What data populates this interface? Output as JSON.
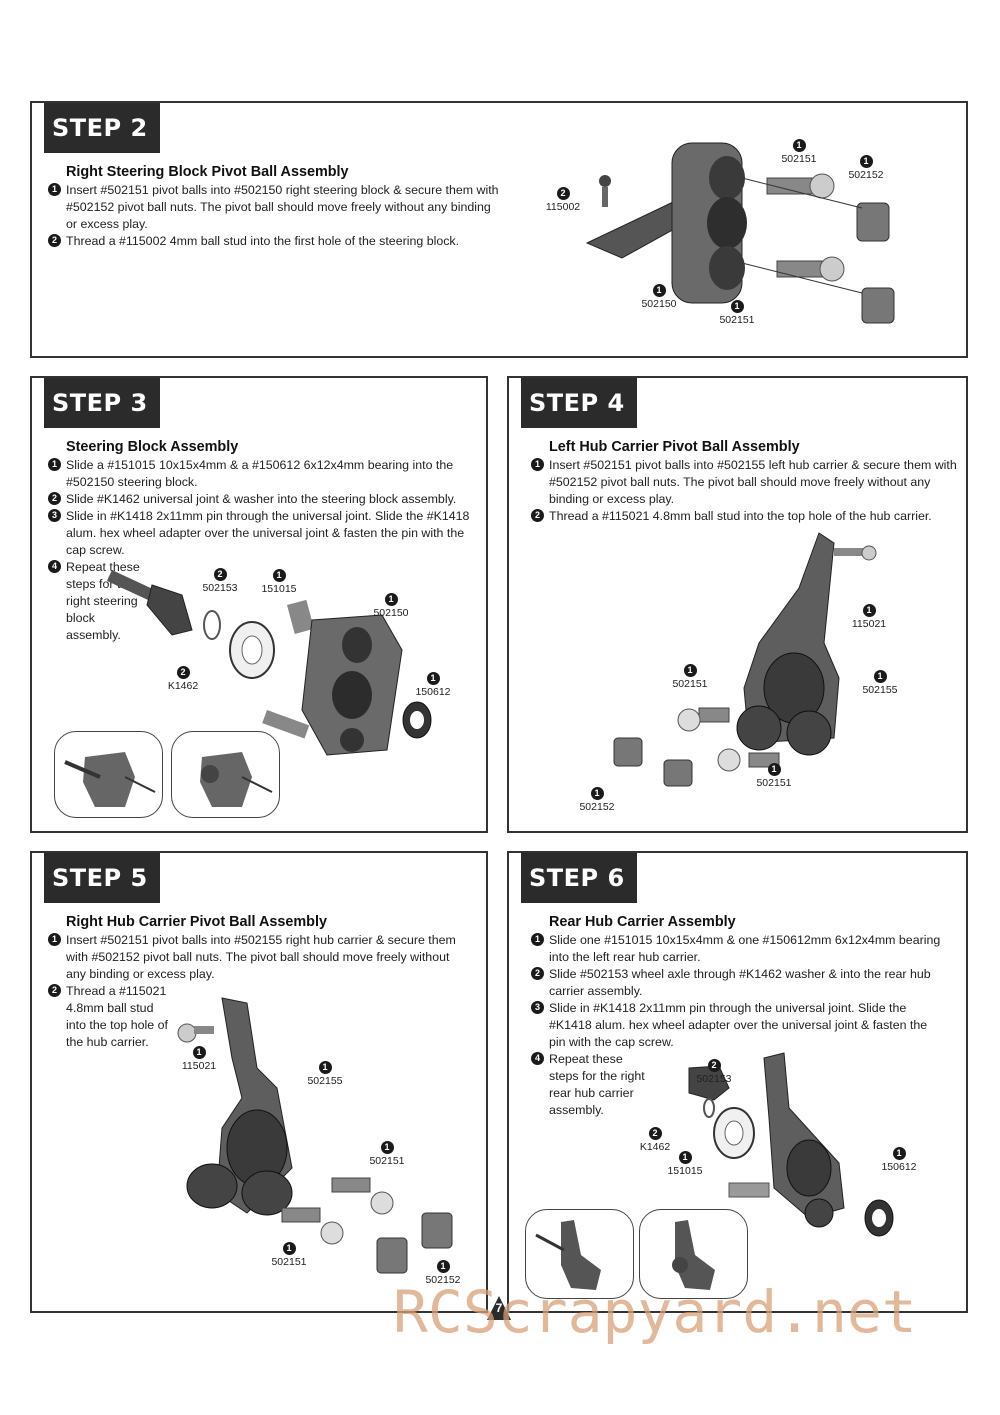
{
  "step2": {
    "label": "STEP 2",
    "title": "Right Steering Block Pivot Ball Assembly",
    "i1": "Insert #502151 pivot balls into #502150 right steering block & secure them with #502152 pivot ball nuts.  The pivot ball should move freely without any binding or excess play.",
    "i2": "Thread a #115002 4mm ball stud into the first hole of the steering block.",
    "c_502151a": "502151",
    "c_502152": "502152",
    "c_115002": "115002",
    "c_502150": "502150",
    "c_502151b": "502151"
  },
  "step3": {
    "label": "STEP 3",
    "title": "Steering Block Assembly",
    "i1": "Slide a #151015 10x15x4mm & a #150612 6x12x4mm bearing into the #502150 steering block.",
    "i2": "Slide #K1462 universal joint & washer into the steering block assembly.",
    "i3": "Slide in #K1418 2x11mm pin through the universal joint.  Slide the #K1418 alum. hex wheel adapter over the universal joint & fasten the pin with the cap screw.",
    "i4": "Repeat these steps for the right steering block assembly.",
    "c_502153": "502153",
    "c_151015": "151015",
    "c_502150": "502150",
    "c_K1462": "K1462",
    "c_150612": "150612"
  },
  "step4": {
    "label": "STEP 4",
    "title": "Left Hub Carrier Pivot Ball Assembly",
    "i1": "Insert #502151 pivot balls into #502155 left hub carrier & secure them with #502152 pivot ball nuts. The pivot ball should move freely without any binding or excess play.",
    "i2": "Thread a #115021 4.8mm ball stud into the top hole of the hub carrier.",
    "c_115021": "115021",
    "c_502151a": "502151",
    "c_502155": "502155",
    "c_502151b": "502151",
    "c_502152": "502152"
  },
  "step5": {
    "label": "STEP 5",
    "title": "Right Hub Carrier Pivot Ball Assembly",
    "i1": "Insert #502151 pivot balls into #502155 right hub carrier & secure them with #502152 pivot ball nuts.  The pivot ball should move freely without any binding or excess play.",
    "i2": "Thread a #115021 4.8mm ball stud into the top hole of the hub carrier.",
    "c_115021": "115021",
    "c_502155": "502155",
    "c_502151a": "502151",
    "c_502151b": "502151",
    "c_502152": "502152"
  },
  "step6": {
    "label": "STEP 6",
    "title": "Rear Hub Carrier Assembly",
    "i1": "Slide one #151015 10x15x4mm & one #150612mm 6x12x4mm bearing into the left rear hub carrier.",
    "i2": "Slide #502153 wheel axle through #K1462 washer & into the rear hub carrier assembly.",
    "i3": "Slide in #K1418 2x11mm pin through the universal joint.  Slide the #K1418 alum. hex wheel adapter over the universal joint & fasten the pin with the cap screw.",
    "i4": "Repeat these steps for the right rear hub carrier assembly.",
    "c_502153": "502153",
    "c_K1462": "K1462",
    "c_151015": "151015",
    "c_150612": "150612"
  },
  "markers": {
    "n1": "1",
    "n2": "2",
    "n3": "3",
    "n4": "4"
  },
  "page": {
    "number": "7",
    "watermark": "RCScrapyard.net"
  }
}
